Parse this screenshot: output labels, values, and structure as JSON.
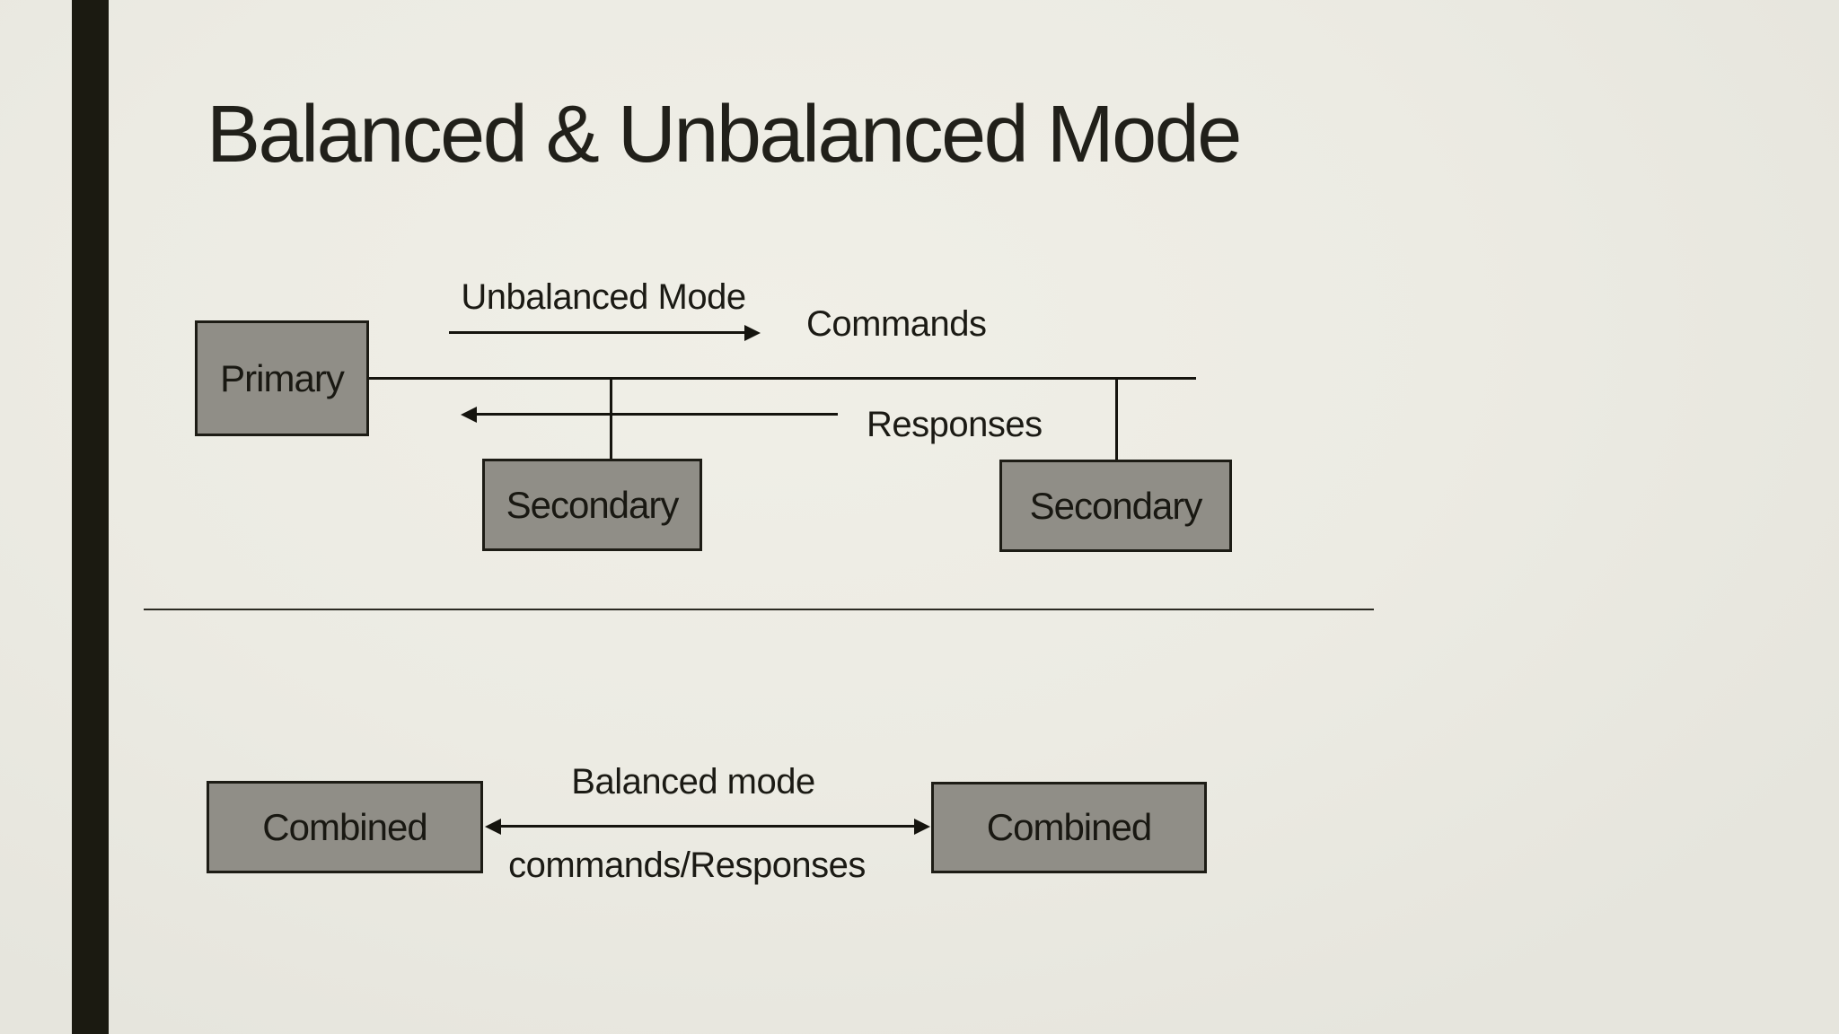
{
  "slide": {
    "title": "Balanced & Unbalanced Mode"
  },
  "colors": {
    "background": "#ecebe3",
    "accent_bar": "#1b1a11",
    "box_fill": "#908e87",
    "box_border": "#1d1c15",
    "line": "#15140e",
    "text": "#1b1a14",
    "title": "#21201a"
  },
  "unbalanced": {
    "mode_label": "Unbalanced Mode",
    "commands_label": "Commands",
    "responses_label": "Responses",
    "primary": {
      "label": "Primary"
    },
    "secondaries": [
      {
        "label": "Secondary"
      },
      {
        "label": "Secondary"
      }
    ]
  },
  "balanced": {
    "mode_label": "Balanced mode",
    "channel_label": "commands/Responses",
    "combined": [
      {
        "label": "Combined"
      },
      {
        "label": "Combined"
      }
    ]
  }
}
